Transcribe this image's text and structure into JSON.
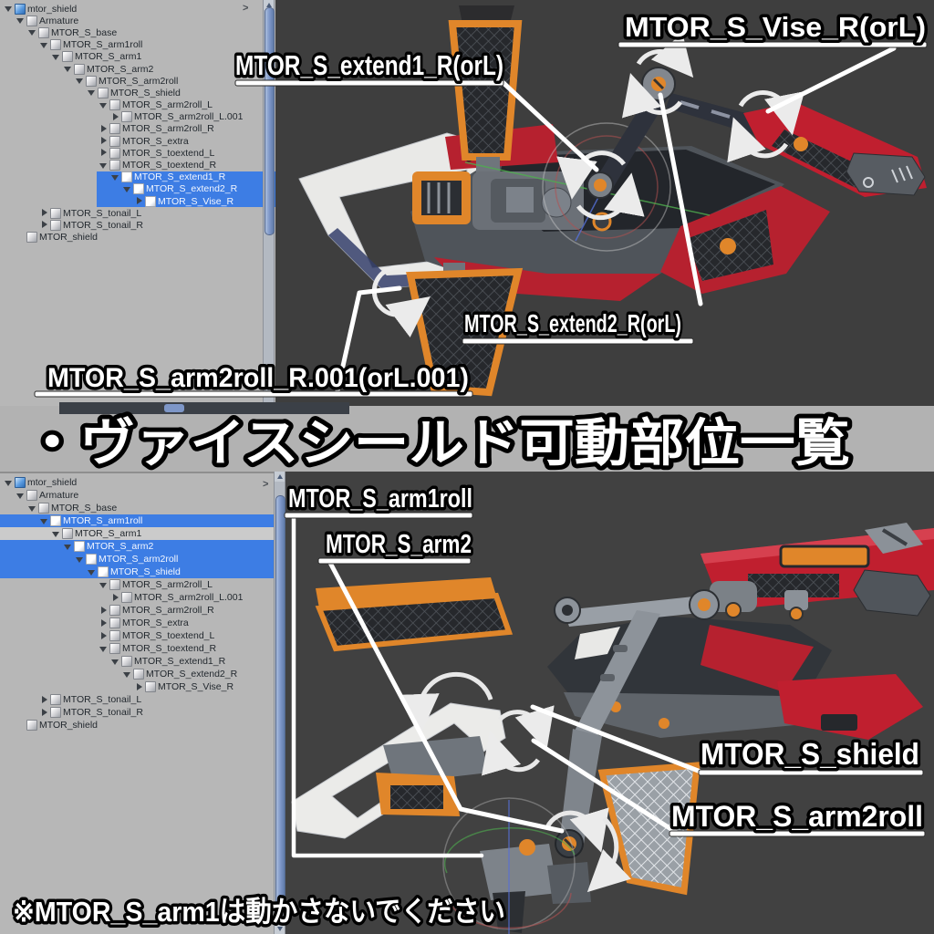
{
  "banner": {
    "title": "・ヴァイスシールド可動部位一覧"
  },
  "footnote": {
    "text": "※MTOR_S_arm1は動かさないでください"
  },
  "colors": {
    "selection_blue": "#3d7de4",
    "panel_gray": "#b7b7b7",
    "viewport_gray": "#3e3e3e",
    "accent_orange": "#e0862a",
    "accent_red": "#c01f2f",
    "annotation_white": "#ffffff"
  },
  "outliner_top": {
    "expand_arrow": ">",
    "rows": [
      {
        "label": "mtor_shield",
        "level": 0,
        "arrow": "down",
        "icon": "cube-blue",
        "state": "normal"
      },
      {
        "label": "Armature",
        "level": 1,
        "arrow": "down",
        "icon": "cube",
        "state": "normal"
      },
      {
        "label": "MTOR_S_base",
        "level": 2,
        "arrow": "down",
        "icon": "cube",
        "state": "normal"
      },
      {
        "label": "MTOR_S_arm1roll",
        "level": 3,
        "arrow": "down",
        "icon": "cube",
        "state": "normal"
      },
      {
        "label": "MTOR_S_arm1",
        "level": 4,
        "arrow": "down",
        "icon": "cube",
        "state": "normal"
      },
      {
        "label": "MTOR_S_arm2",
        "level": 5,
        "arrow": "down",
        "icon": "cube",
        "state": "normal"
      },
      {
        "label": "MTOR_S_arm2roll",
        "level": 6,
        "arrow": "down",
        "icon": "cube",
        "state": "normal"
      },
      {
        "label": "MTOR_S_shield",
        "level": 7,
        "arrow": "down",
        "icon": "cube",
        "state": "normal"
      },
      {
        "label": "MTOR_S_arm2roll_L",
        "level": 8,
        "arrow": "down",
        "icon": "cube",
        "state": "normal"
      },
      {
        "label": "MTOR_S_arm2roll_L.001",
        "level": 9,
        "arrow": "right",
        "icon": "cube",
        "state": "normal"
      },
      {
        "label": "MTOR_S_arm2roll_R",
        "level": 8,
        "arrow": "right",
        "icon": "cube",
        "state": "normal"
      },
      {
        "label": "MTOR_S_extra",
        "level": 8,
        "arrow": "right",
        "icon": "cube",
        "state": "normal"
      },
      {
        "label": "MTOR_S_toextend_L",
        "level": 8,
        "arrow": "right",
        "icon": "cube",
        "state": "normal"
      },
      {
        "label": "MTOR_S_toextend_R",
        "level": 8,
        "arrow": "down",
        "icon": "cube",
        "state": "normal"
      },
      {
        "label": "MTOR_S_extend1_R",
        "level": 9,
        "arrow": "down",
        "icon": "cube",
        "state": "selected"
      },
      {
        "label": "MTOR_S_extend2_R",
        "level": 10,
        "arrow": "down",
        "icon": "cube",
        "state": "selected"
      },
      {
        "label": "MTOR_S_Vise_R",
        "level": 11,
        "arrow": "right",
        "icon": "cube",
        "state": "selected"
      },
      {
        "label": "MTOR_S_tonail_L",
        "level": 3,
        "arrow": "right",
        "icon": "cube",
        "state": "normal"
      },
      {
        "label": "MTOR_S_tonail_R",
        "level": 3,
        "arrow": "right",
        "icon": "cube",
        "state": "normal"
      },
      {
        "label": "MTOR_shield",
        "level": 1,
        "arrow": "none",
        "icon": "cube",
        "state": "normal"
      }
    ]
  },
  "outliner_bottom": {
    "expand_arrow": ">",
    "rows": [
      {
        "label": "mtor_shield",
        "level": 0,
        "arrow": "down",
        "icon": "cube-blue",
        "state": "normal"
      },
      {
        "label": "Armature",
        "level": 1,
        "arrow": "down",
        "icon": "cube",
        "state": "normal"
      },
      {
        "label": "MTOR_S_base",
        "level": 2,
        "arrow": "down",
        "icon": "cube",
        "state": "normal"
      },
      {
        "label": "MTOR_S_arm1roll",
        "level": 3,
        "arrow": "down",
        "icon": "cube",
        "state": "selected"
      },
      {
        "label": "MTOR_S_arm1",
        "level": 4,
        "arrow": "down",
        "icon": "cube",
        "state": "active"
      },
      {
        "label": "MTOR_S_arm2",
        "level": 5,
        "arrow": "down",
        "icon": "cube",
        "state": "selected"
      },
      {
        "label": "MTOR_S_arm2roll",
        "level": 6,
        "arrow": "down",
        "icon": "cube",
        "state": "selected"
      },
      {
        "label": "MTOR_S_shield",
        "level": 7,
        "arrow": "down",
        "icon": "cube",
        "state": "selected"
      },
      {
        "label": "MTOR_S_arm2roll_L",
        "level": 8,
        "arrow": "down",
        "icon": "cube",
        "state": "normal"
      },
      {
        "label": "MTOR_S_arm2roll_L.001",
        "level": 9,
        "arrow": "right",
        "icon": "cube",
        "state": "normal"
      },
      {
        "label": "MTOR_S_arm2roll_R",
        "level": 8,
        "arrow": "right",
        "icon": "cube",
        "state": "normal"
      },
      {
        "label": "MTOR_S_extra",
        "level": 8,
        "arrow": "right",
        "icon": "cube",
        "state": "normal"
      },
      {
        "label": "MTOR_S_toextend_L",
        "level": 8,
        "arrow": "right",
        "icon": "cube",
        "state": "normal"
      },
      {
        "label": "MTOR_S_toextend_R",
        "level": 8,
        "arrow": "down",
        "icon": "cube",
        "state": "normal"
      },
      {
        "label": "MTOR_S_extend1_R",
        "level": 9,
        "arrow": "down",
        "icon": "cube",
        "state": "normal"
      },
      {
        "label": "MTOR_S_extend2_R",
        "level": 10,
        "arrow": "down",
        "icon": "cube",
        "state": "normal"
      },
      {
        "label": "MTOR_S_Vise_R",
        "level": 11,
        "arrow": "right",
        "icon": "cube",
        "state": "normal"
      },
      {
        "label": "MTOR_S_tonail_L",
        "level": 3,
        "arrow": "right",
        "icon": "cube",
        "state": "normal"
      },
      {
        "label": "MTOR_S_tonail_R",
        "level": 3,
        "arrow": "right",
        "icon": "cube",
        "state": "normal"
      },
      {
        "label": "MTOR_shield",
        "level": 1,
        "arrow": "none",
        "icon": "cube",
        "state": "normal"
      }
    ]
  },
  "viewport_top": {
    "labels": {
      "vise": "MTOR_S_Vise_R(orL)",
      "extend1": "MTOR_S_extend1_R(orL)",
      "extend2": "MTOR_S_extend2_R(orL)",
      "arm2roll001": "MTOR_S_arm2roll_R.001(orL.001)"
    }
  },
  "viewport_bottom": {
    "labels": {
      "arm1roll": "MTOR_S_arm1roll",
      "arm2": "MTOR_S_arm2",
      "shield": "MTOR_S_shield",
      "arm2roll": "MTOR_S_arm2roll"
    }
  }
}
